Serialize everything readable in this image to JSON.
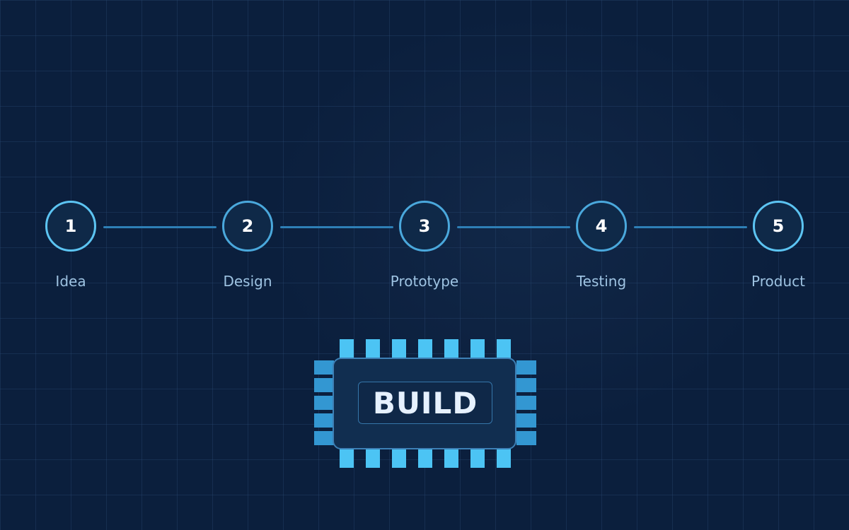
{
  "steps": [
    {
      "number": "1",
      "label": "Idea"
    },
    {
      "number": "2",
      "label": "Design"
    },
    {
      "number": "3",
      "label": "Prototype"
    },
    {
      "number": "4",
      "label": "Testing"
    },
    {
      "number": "5",
      "label": "Product"
    }
  ],
  "chip": {
    "label": "BUILD",
    "icon": "microchip-icon"
  },
  "colors": {
    "background": "#0b1f3d",
    "grid": "#284870",
    "circle_border": "#4aa8dc",
    "circle_accent": "#5cc4f2",
    "connector": "#2e7fb6",
    "label_text": "#9ec3e2",
    "chip_pins": "#4cc4f4",
    "chip_body": "#112e50"
  }
}
